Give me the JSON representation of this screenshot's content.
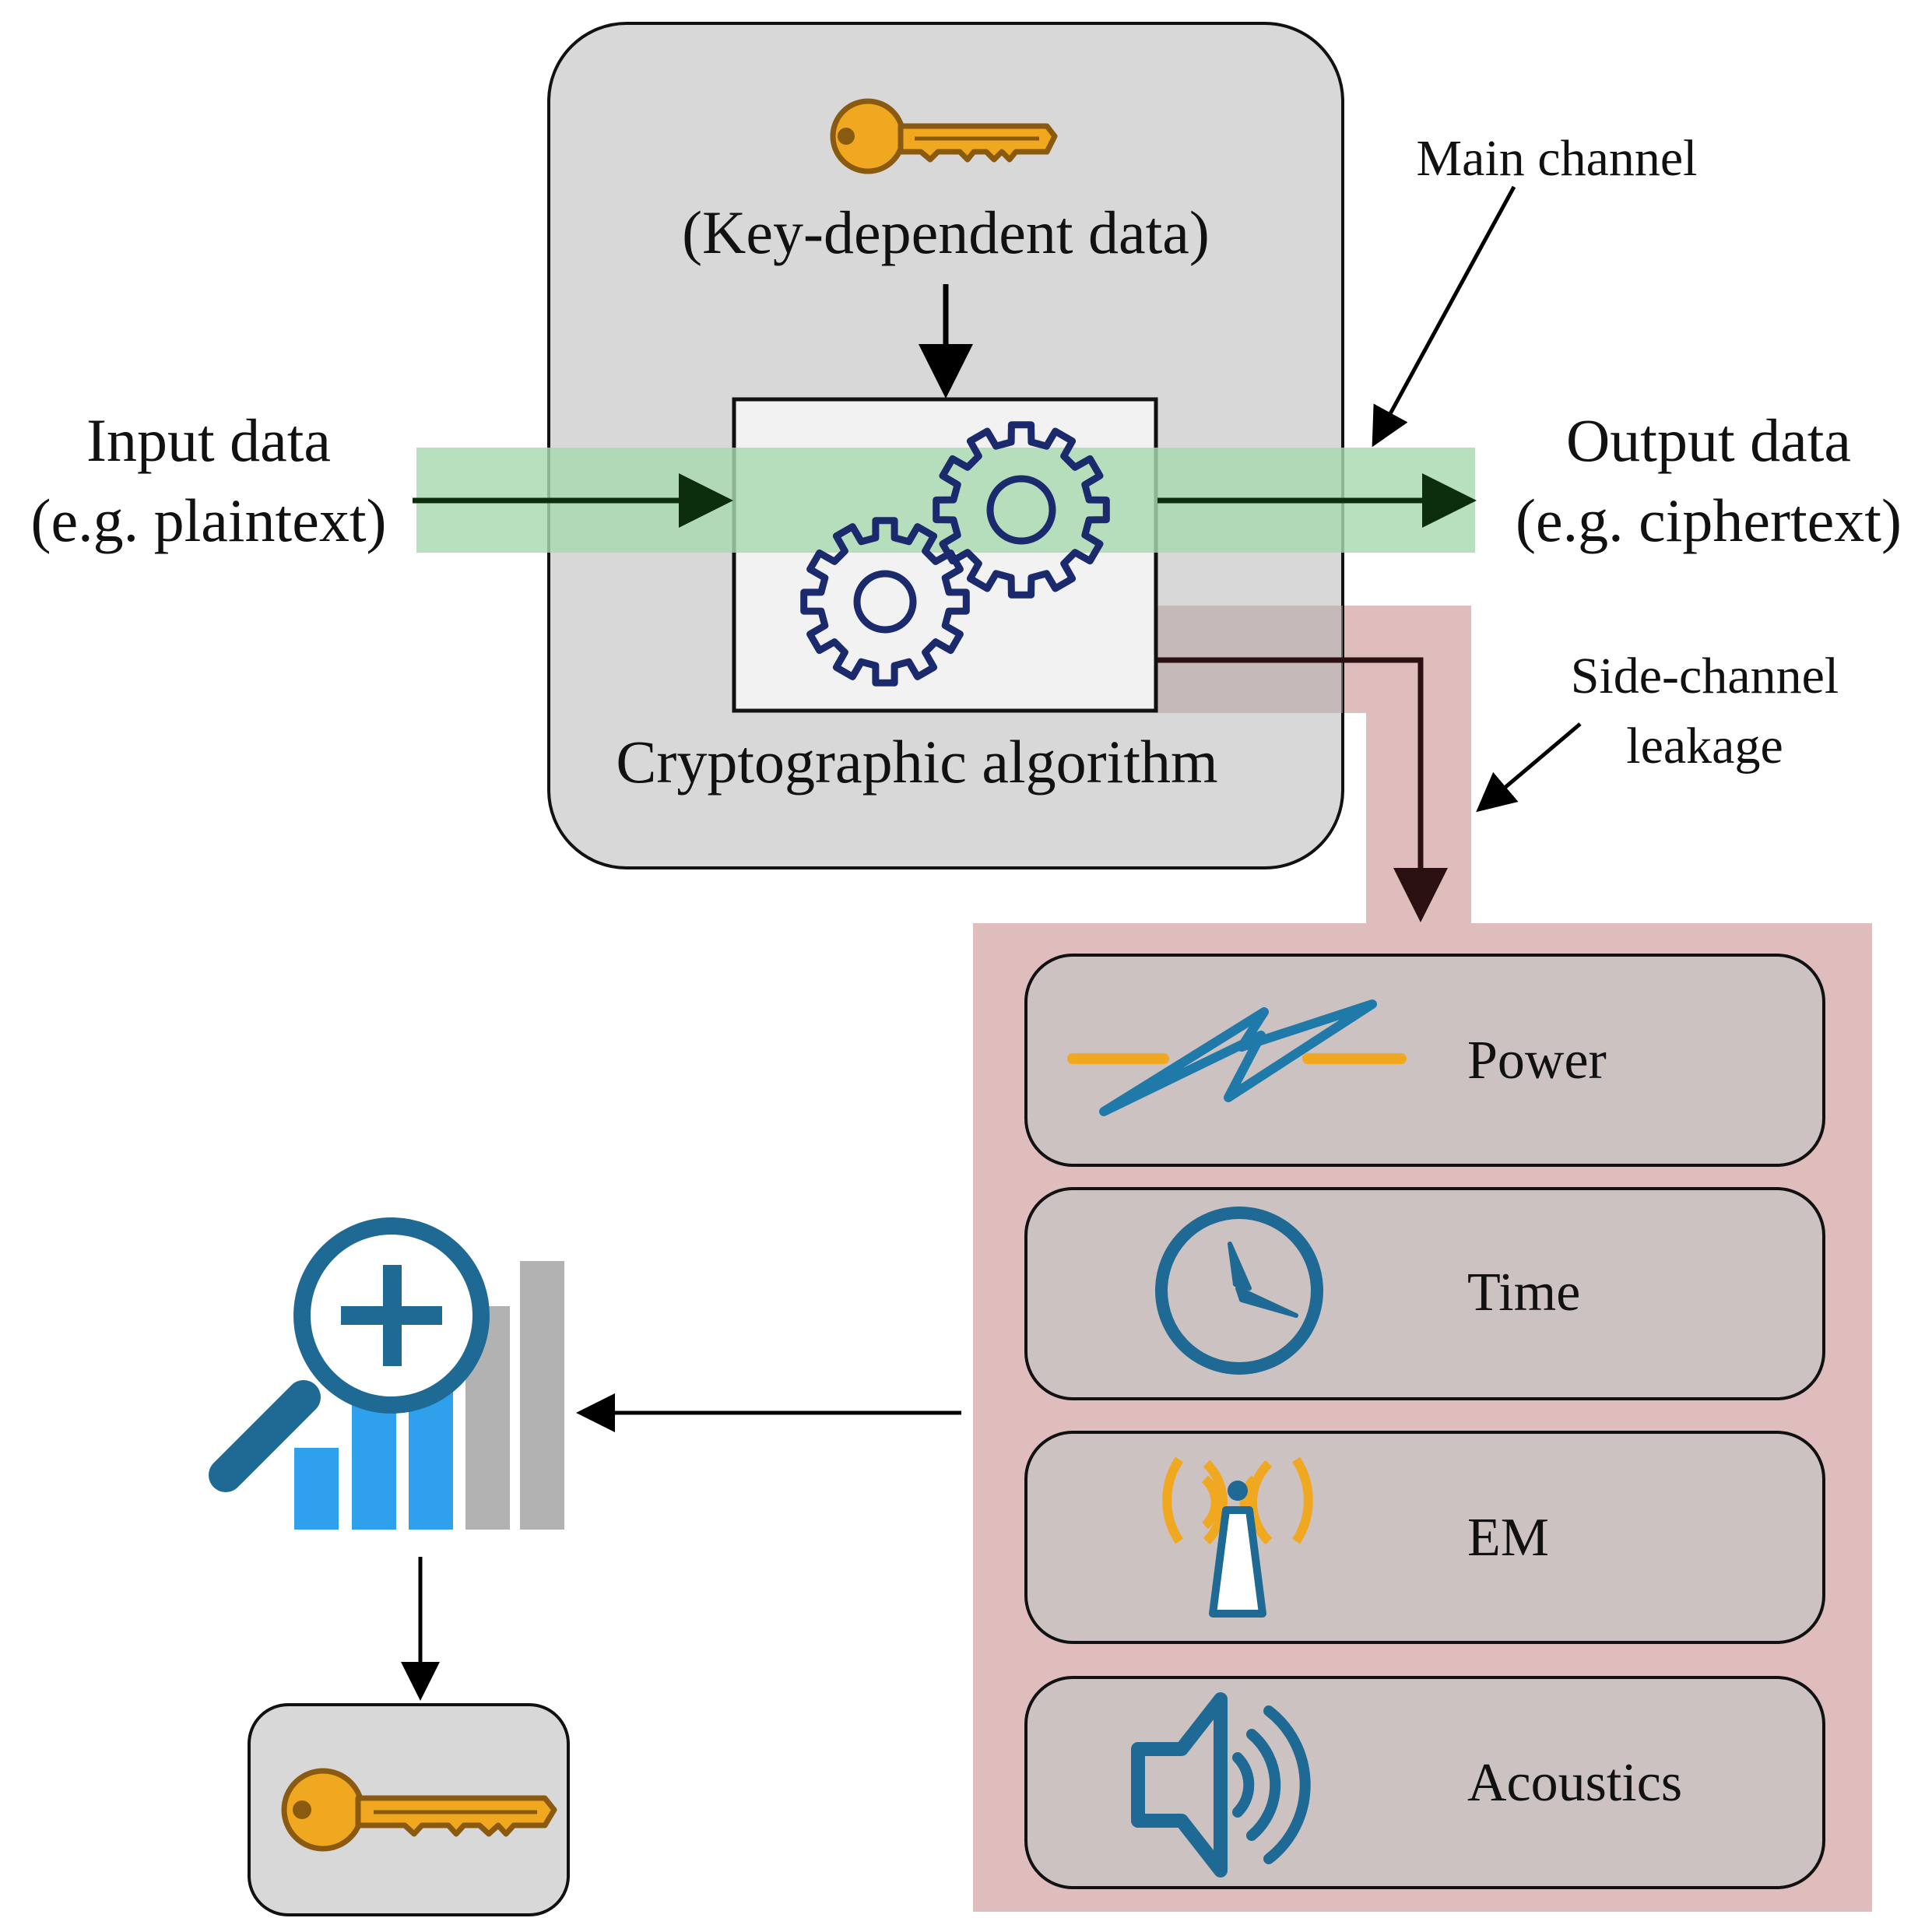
{
  "labels": {
    "key_dependent": "(Key-dependent data)",
    "crypto_algorithm": "Cryptographic algorithm",
    "input_line1": "Input data",
    "input_line2": "(e.g. plaintext)",
    "output_line1": "Output data",
    "output_line2": "(e.g. ciphertext)",
    "main_channel": "Main channel",
    "side_channel_line1": "Side-channel",
    "side_channel_line2": "leakage"
  },
  "channels": [
    {
      "label": "Power",
      "icon": "power-surge-icon"
    },
    {
      "label": "Time",
      "icon": "clock-icon"
    },
    {
      "label": "EM",
      "icon": "antenna-icon"
    },
    {
      "label": "Acoustics",
      "icon": "speaker-icon"
    }
  ],
  "colors": {
    "main_channel_band": "#a8d8b0",
    "side_channel_band": "#dfbdbd",
    "algorithm_box": "#d8d8d8",
    "channel_box": "#cdc2c2",
    "key_fill": "#f0a820",
    "key_stroke": "#8a5a10",
    "gear": "#1a2a6c",
    "icon_blue": "#1f6a94",
    "bar_blue": "#2ea0ec",
    "bar_gray": "#b2b2b2",
    "accent_orange": "#f0a820"
  }
}
